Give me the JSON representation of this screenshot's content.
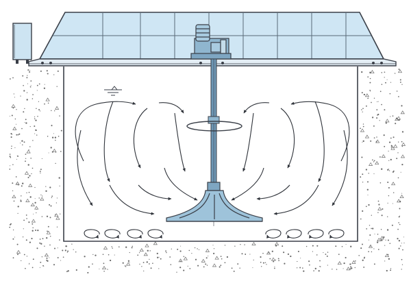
{
  "diagram": {
    "subject": "hyperboloid-mixer-in-tank",
    "colors": {
      "line": "#3a3f48",
      "cover_fill": "#cfe6f4",
      "cover_grid": "#5a6a78",
      "shaft": "#6d97b4",
      "impeller": "#9ec3da",
      "soil_dots": "#6b6b6b",
      "control_box": "#cde4f2"
    },
    "components": {
      "cover": "cover-frame",
      "motor": "drive-motor",
      "shaft": "vertical-shaft",
      "impeller": "hyperboloid-impeller",
      "control_box": "control-cabinet",
      "tank": "concrete-tank"
    }
  }
}
